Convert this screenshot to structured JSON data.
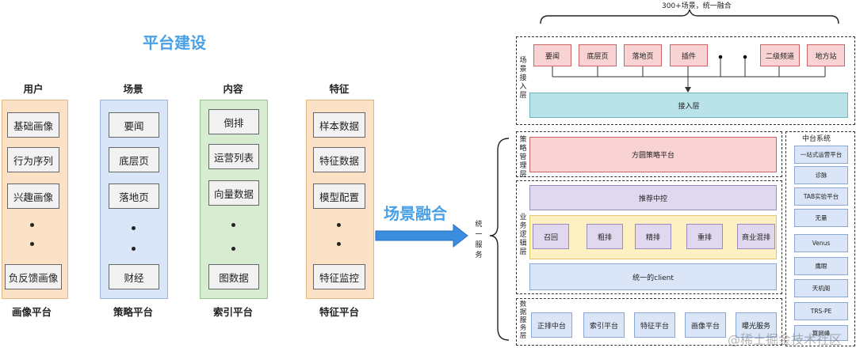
{
  "left": {
    "heading": "平台建设",
    "columns": [
      {
        "head": "用户",
        "items": [
          "基础画像",
          "行为序列",
          "兴趣画像",
          "负反馈画像"
        ],
        "foot": "画像平台"
      },
      {
        "head": "场景",
        "items": [
          "要闻",
          "底层页",
          "落地页",
          "财经"
        ],
        "foot": "策略平台"
      },
      {
        "head": "内容",
        "items": [
          "倒排",
          "运营列表",
          "向量数据",
          "图数据"
        ],
        "foot": "索引平台"
      },
      {
        "head": "特征",
        "items": [
          "样本数据",
          "特征数据",
          "模型配置",
          "特征监控"
        ],
        "foot": "特征平台"
      }
    ],
    "arrow_label": "场景融合"
  },
  "right": {
    "top_label": "300+场景，统一融合",
    "unified_service": "统一服务",
    "scene_layer": {
      "label": "场景接入层",
      "scenes": [
        "要闻",
        "底层页",
        "落地页",
        "插件",
        "二级频道",
        "地方站"
      ],
      "access": "接入层"
    },
    "strategy_layer": {
      "label": "策略管理层",
      "platform": "方圆策略平台"
    },
    "business_layer": {
      "label": "业务逻辑层",
      "center": "推荐中控",
      "steps": [
        "召回",
        "粗排",
        "精排",
        "重排",
        "商业混排"
      ],
      "client": "统一的client"
    },
    "data_layer": {
      "label": "数据服务层",
      "items": [
        "正排中台",
        "索引平台",
        "特征平台",
        "画像平台",
        "曝光服务"
      ]
    },
    "middle_system": {
      "title": "中台系统",
      "items": [
        "一站式运营平台",
        "诊脉",
        "TAB实验平台",
        "无量",
        "Venus",
        "鹰眼",
        "天机阁",
        "TRS-PE",
        "算网峰"
      ]
    }
  },
  "watermark": "@稀土掘金技术社区"
}
